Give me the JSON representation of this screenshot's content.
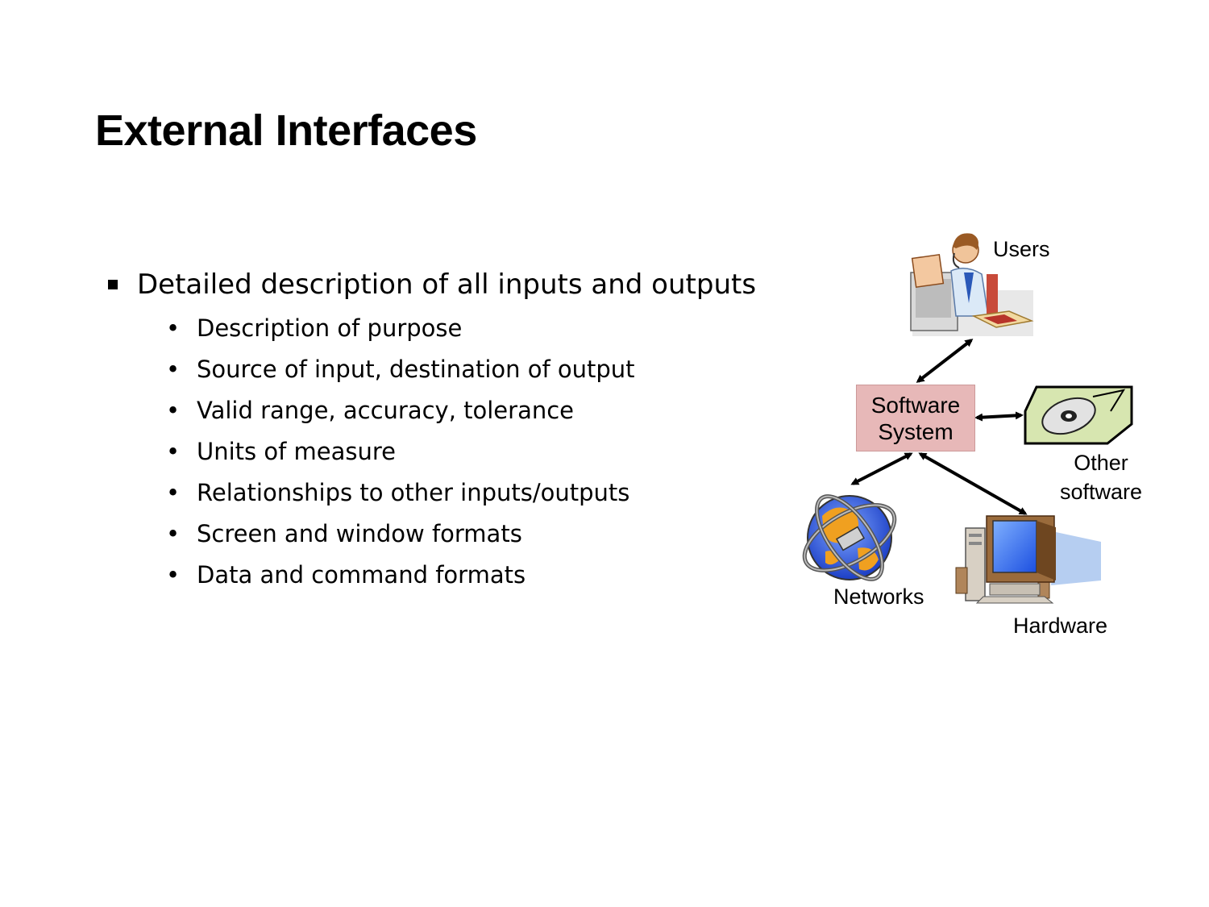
{
  "slide": {
    "title": "External Interfaces",
    "main_bullet": "Detailed description of all inputs and outputs",
    "sub_bullets": [
      "Description of purpose",
      "Source of input, destination of output",
      "Valid range, accuracy, tolerance",
      "Units of measure",
      "Relationships to other inputs/outputs",
      "Screen and window formats",
      "Data and command formats"
    ]
  },
  "diagram": {
    "center_line1": "Software",
    "center_line2": "System",
    "users_label": "Users",
    "other_software_line1": "Other",
    "other_software_line2": "software",
    "networks_label": "Networks",
    "hardware_label": "Hardware",
    "icons": [
      "user-at-desk-icon",
      "cd-drive-icon",
      "globe-network-icon",
      "desktop-computer-icon"
    ],
    "colors": {
      "center_box": "#e7b8b8"
    }
  }
}
